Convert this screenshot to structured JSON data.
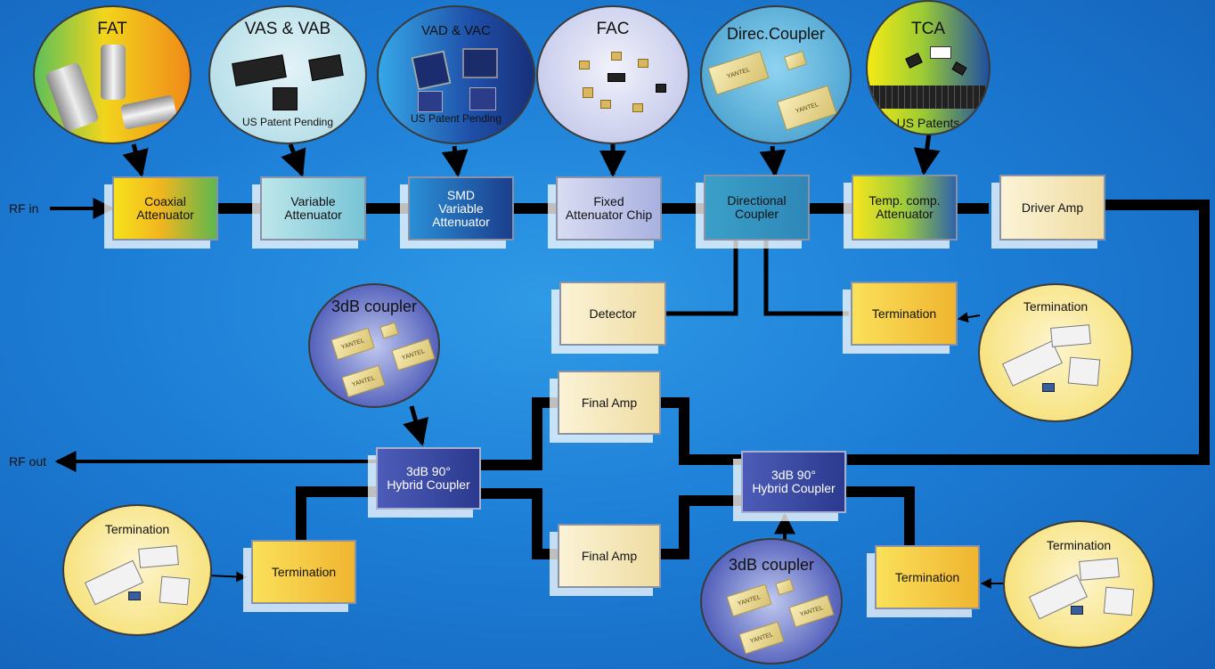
{
  "io": {
    "rf_in": "RF in",
    "rf_out": "RF out"
  },
  "blocks": {
    "coax": "Coaxial\nAttenuator",
    "variable": "Variable\nAttenuator",
    "smd": "SMD\nVariable\nAttenuator",
    "fixed": "Fixed\nAttenuator Chip",
    "directional": "Directional\nCoupler",
    "temp": "Temp. comp.\nAttenuator",
    "driver": "Driver Amp",
    "detector": "Detector",
    "termination_top": "Termination",
    "final_top": "Final Amp",
    "final_bottom": "Final Amp",
    "hybrid_left": "3dB 90°\nHybrid Coupler",
    "hybrid_right": "3dB 90°\nHybrid Coupler",
    "termination_left": "Termination",
    "termination_right": "Termination"
  },
  "bubbles": {
    "fat": {
      "title": "FAT"
    },
    "vas": {
      "title": "VAS & VAB",
      "sub": "US Patent Pending"
    },
    "vad": {
      "title": "VAD & VAC",
      "sub": "US Patent Pending"
    },
    "fac": {
      "title": "FAC"
    },
    "dir": {
      "title": "Direc.Coupler"
    },
    "tca": {
      "title": "TCA",
      "sub": "US Patents"
    },
    "term_top": {
      "title": "Termination"
    },
    "term_left": {
      "title": "Termination"
    },
    "term_right": {
      "title": "Termination"
    },
    "cpl_top": {
      "title": "3dB coupler"
    },
    "cpl_bottom": {
      "title": "3dB coupler"
    }
  },
  "part_labels": {
    "brand": "YANTEL"
  },
  "colors": {
    "background": "#1d7ed6",
    "wire": "#000000"
  }
}
